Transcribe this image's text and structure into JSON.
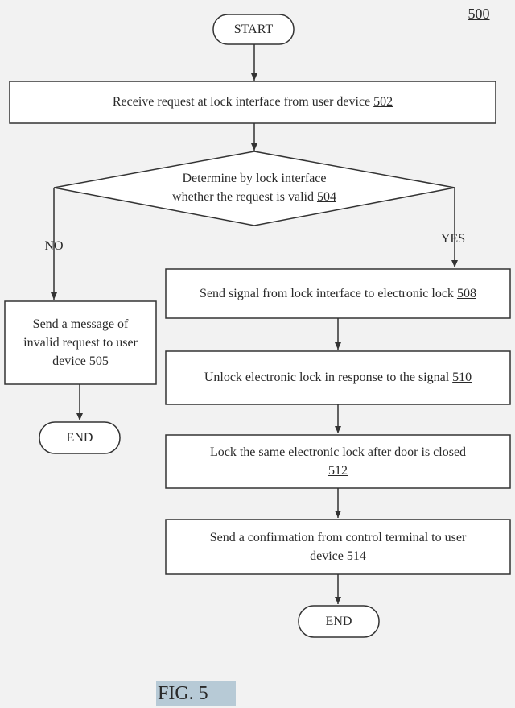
{
  "figure_ref": "500",
  "figure_label": "FIG. 5",
  "start": "START",
  "steps": {
    "s502": {
      "text": "Receive request at lock interface from user device",
      "ref": "502"
    },
    "s504": {
      "line1": "Determine by lock interface",
      "line2": "whether the request is valid",
      "ref": "504"
    },
    "s505": {
      "line1": "Send a message of",
      "line2": "invalid request to user",
      "line3": "device",
      "ref": "505"
    },
    "s508": {
      "text": "Send signal from lock interface to electronic lock",
      "ref": "508"
    },
    "s510": {
      "text": "Unlock electronic lock in response to the signal",
      "ref": "510"
    },
    "s512": {
      "line1": "Lock the same electronic lock after door is closed",
      "ref": "512"
    },
    "s514": {
      "line1": "Send a confirmation from control terminal to user",
      "line2": "device",
      "ref": "514"
    }
  },
  "branches": {
    "no": "NO",
    "yes": "YES"
  },
  "end_left": "END",
  "end_right": "END"
}
